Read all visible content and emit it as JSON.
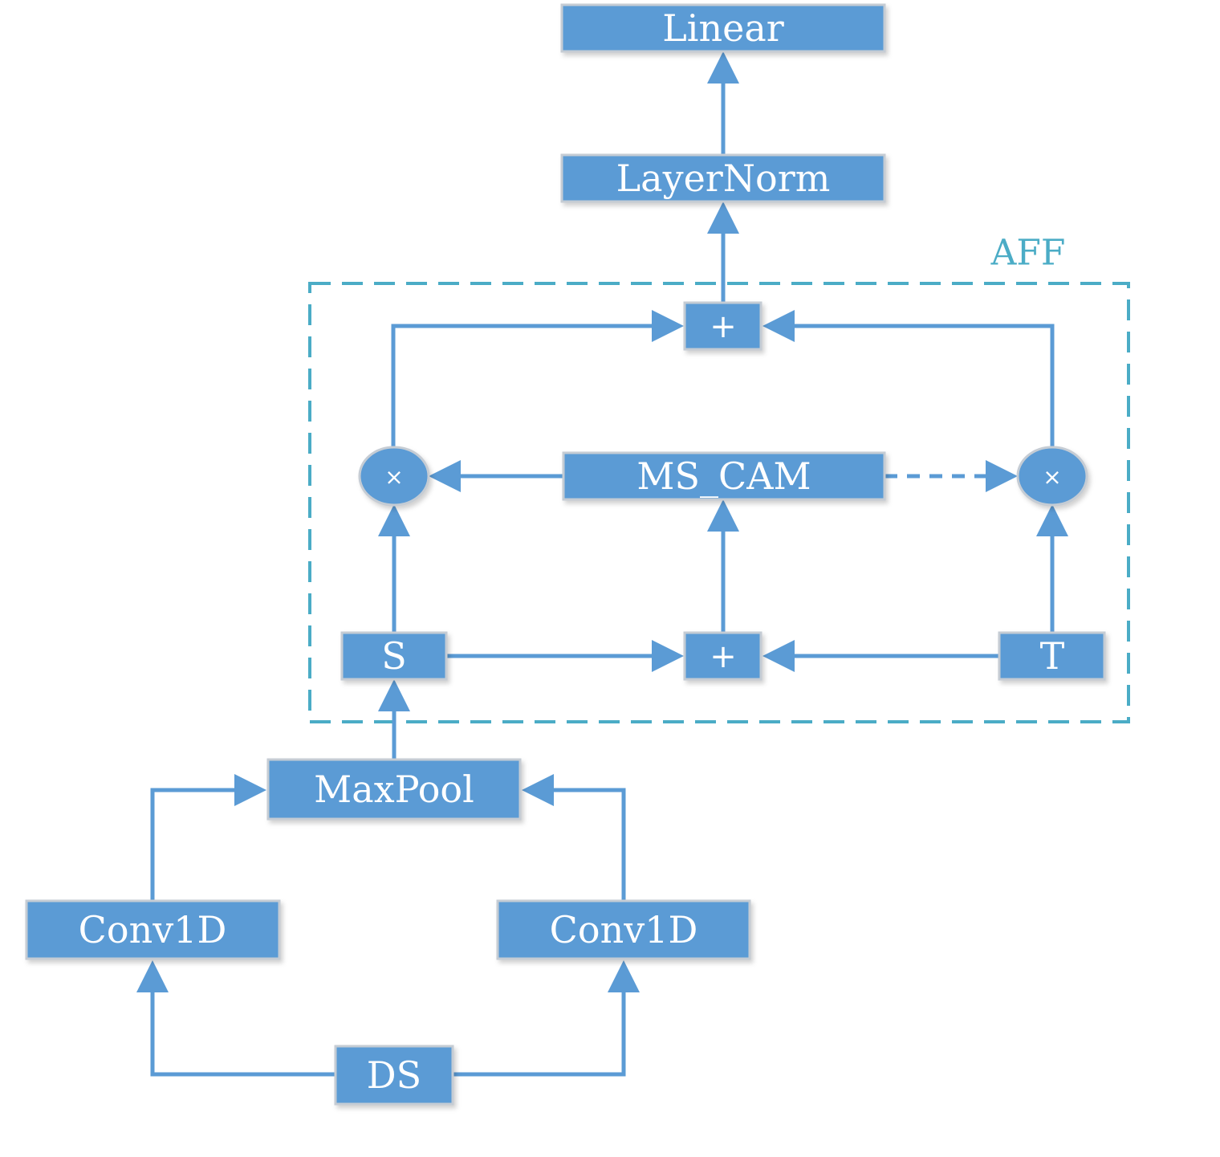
{
  "group": {
    "label": "AFF"
  },
  "nodes": {
    "linear": "Linear",
    "layernorm": "LayerNorm",
    "add_top": "+",
    "mul_left": "×",
    "ms_cam": "MS_CAM",
    "mul_right": "×",
    "s": "S",
    "add_bottom": "+",
    "t": "T",
    "maxpool": "MaxPool",
    "conv1d_left": "Conv1D",
    "conv1d_right": "Conv1D",
    "ds": "DS"
  },
  "colors": {
    "node_fill": "#5b9bd5",
    "node_border": "#c5ccd4",
    "edge": "#5b9bd5",
    "group_border": "#4bacc6",
    "text": "#ffffff"
  }
}
